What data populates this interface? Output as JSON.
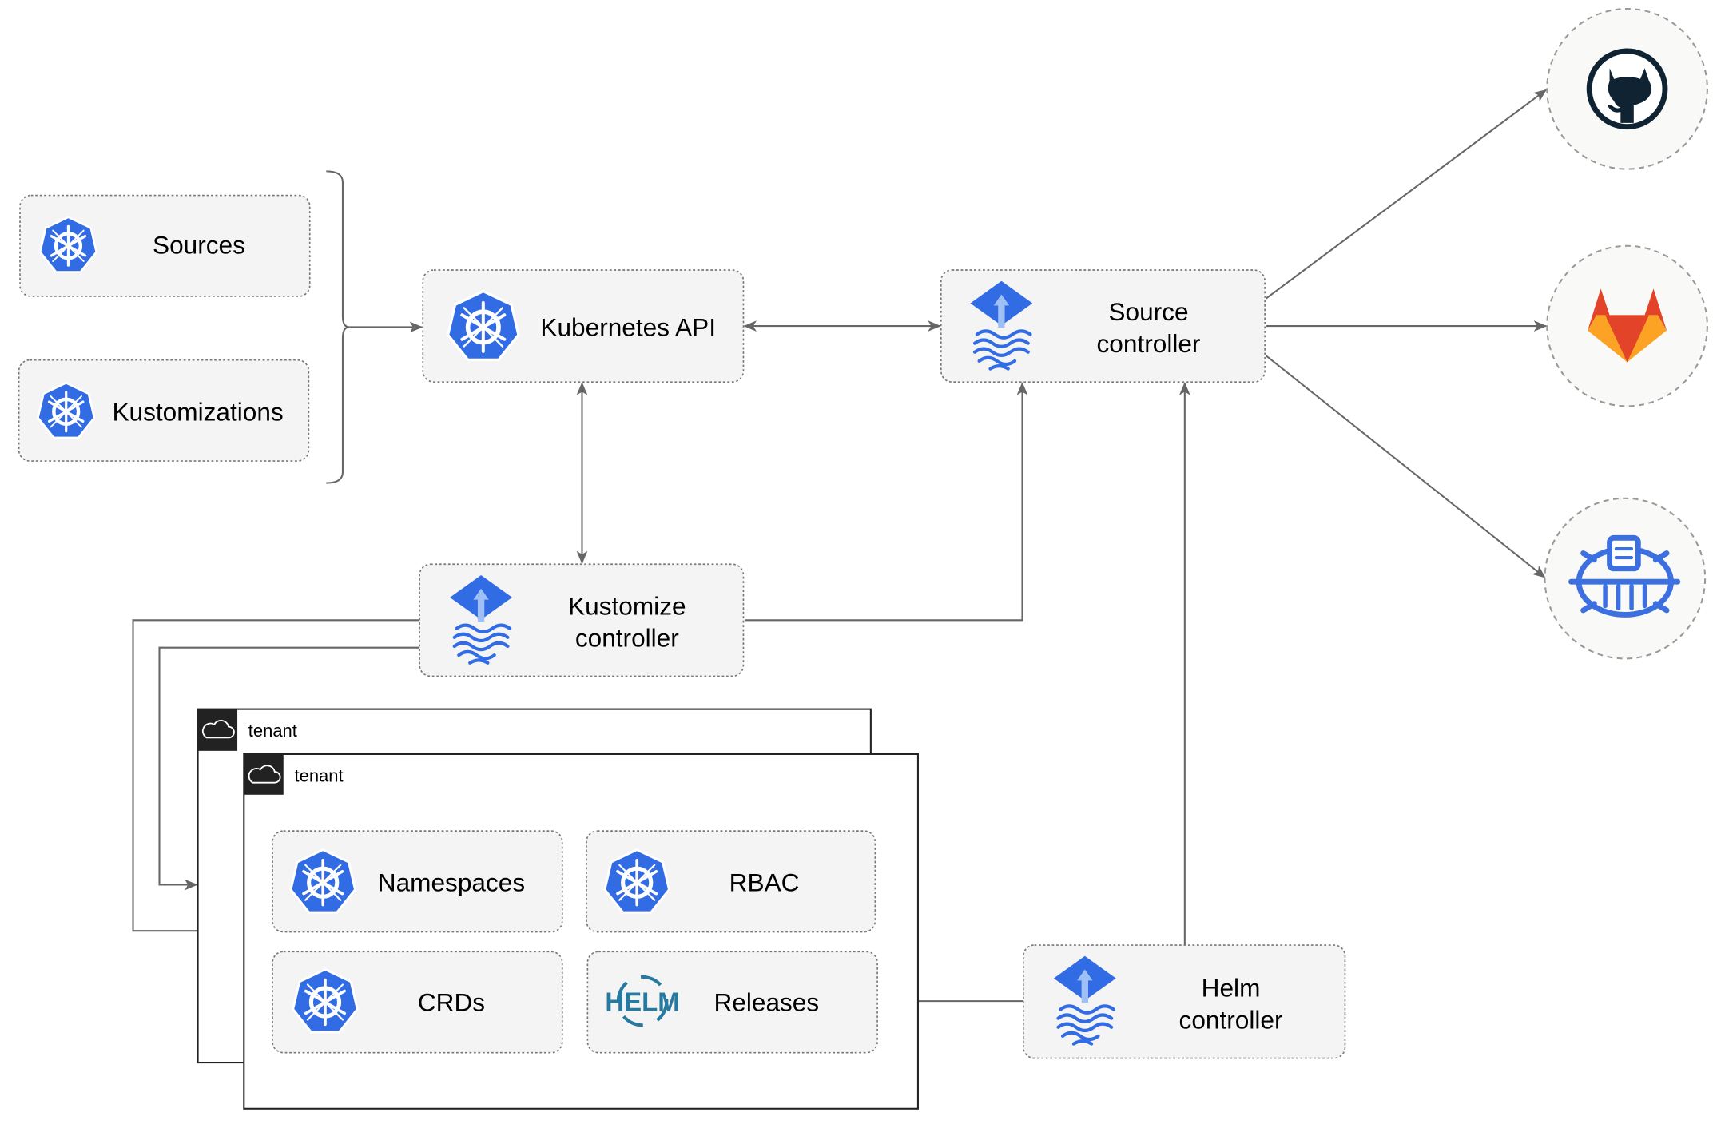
{
  "nodes": {
    "sources": {
      "label": "Sources",
      "icon": "kubernetes-icon"
    },
    "kustomizations": {
      "label": "Kustomizations",
      "icon": "kubernetes-icon"
    },
    "kubernetes_api": {
      "label": "Kubernetes API",
      "icon": "kubernetes-icon"
    },
    "source_controller": {
      "line1": "Source",
      "line2": "controller",
      "icon": "flux-icon"
    },
    "kustomize_controller": {
      "line1": "Kustomize",
      "line2": "controller",
      "icon": "flux-icon"
    },
    "helm_controller": {
      "line1": "Helm",
      "line2": "controller",
      "icon": "flux-icon"
    },
    "namespaces": {
      "label": "Namespaces",
      "icon": "kubernetes-icon"
    },
    "rbac": {
      "label": "RBAC",
      "icon": "kubernetes-icon"
    },
    "crds": {
      "label": "CRDs",
      "icon": "kubernetes-icon"
    },
    "releases": {
      "label": "Releases",
      "icon": "helm-icon",
      "icon_text": "HELM"
    }
  },
  "tenants": [
    {
      "label": "tenant",
      "icon": "cloud-icon"
    },
    {
      "label": "tenant",
      "icon": "cloud-icon"
    }
  ],
  "external": [
    {
      "icon": "github-icon"
    },
    {
      "icon": "gitlab-icon"
    },
    {
      "icon": "bucket-icon"
    }
  ],
  "colors": {
    "kubernetes_blue": "#326CE5",
    "helm_blue": "#277A9F",
    "gitlab_orange": "#E24329",
    "github_dark": "#0F2333"
  }
}
